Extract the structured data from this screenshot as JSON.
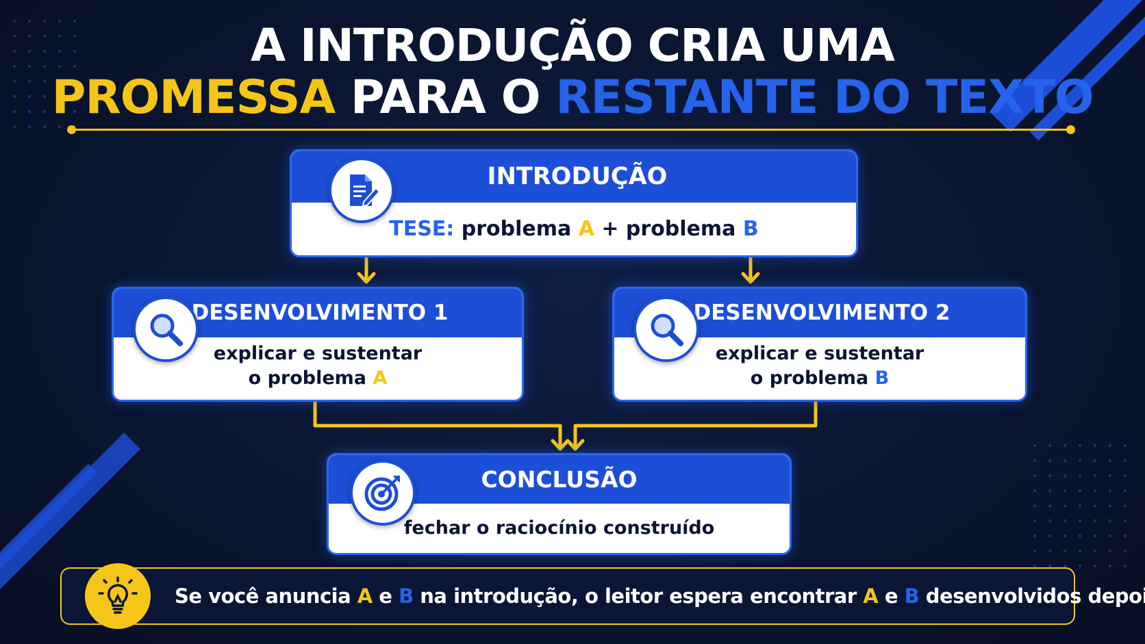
{
  "title": {
    "line1": "A INTRODUÇÃO CRIA UMA",
    "line2_part1": "PROMESSA",
    "line2_part2": " PARA O ",
    "line2_part3": "RESTANTE DO TEXTO"
  },
  "intro": {
    "heading": "INTRODUÇÃO",
    "label": "TESE:",
    "text1": " problema ",
    "a": "A",
    "plus": " + problema ",
    "b": "B"
  },
  "dev1": {
    "heading": "DESENVOLVIMENTO 1",
    "line1": "explicar e sustentar",
    "line2": "o problema ",
    "letter": "A"
  },
  "dev2": {
    "heading": "DESENVOLVIMENTO 2",
    "line1": "explicar e sustentar",
    "line2": "o problema ",
    "letter": "B"
  },
  "conclusion": {
    "heading": "CONCLUSÃO",
    "text": "fechar o raciocínio construído"
  },
  "tip": {
    "p1": "Se você anuncia ",
    "a1": "A",
    "p2": " e ",
    "b1": "B",
    "p3": " na introdução, o leitor espera encontrar ",
    "a2": "A",
    "p4": " e ",
    "b2": "B",
    "p5": " desenvolvidos depois."
  },
  "colors": {
    "background": "#0a1530",
    "accent_yellow": "#f5c518",
    "accent_blue": "#2563eb",
    "card_header": "#1d4fd6"
  },
  "icons": {
    "intro": "document-pen-icon",
    "dev1": "magnifier-icon",
    "dev2": "magnifier-icon",
    "conclusion": "target-arrow-icon",
    "tip": "lightbulb-icon"
  }
}
